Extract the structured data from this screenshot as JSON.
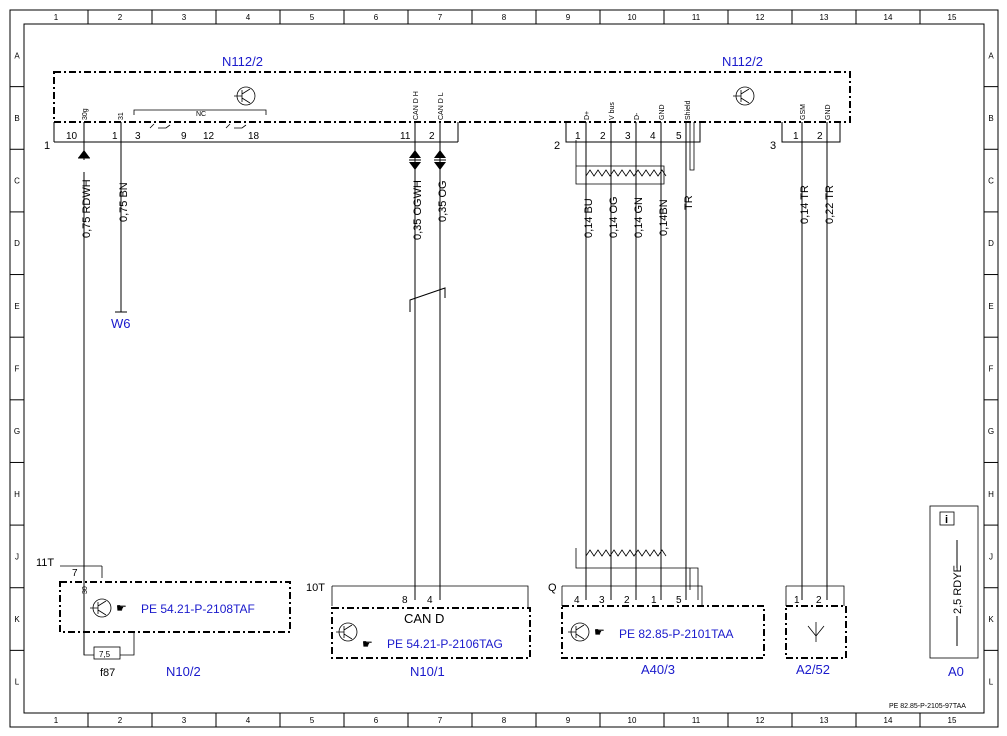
{
  "frame": {
    "columns": [
      "1",
      "2",
      "3",
      "4",
      "5",
      "6",
      "7",
      "8",
      "9",
      "10",
      "11",
      "12",
      "13",
      "14",
      "15"
    ],
    "rows": [
      "A",
      "B",
      "C",
      "D",
      "E",
      "F",
      "G",
      "H",
      "J",
      "K",
      "L"
    ]
  },
  "components": {
    "n112_left": "N112/2",
    "n112_right": "N112/2",
    "w6": "W6",
    "n10_2": "N10/2",
    "n10_1": "N10/1",
    "a40_3": "A40/3",
    "a2_52": "A2/52",
    "a0": "A0",
    "f87": "f87",
    "fuse_value": "7,5"
  },
  "connectors": {
    "c1": "1",
    "c2": "2",
    "c3": "3",
    "c11t": "11T",
    "c10t": "10T",
    "cq": "Q",
    "nc": "NC",
    "can_d": "CAN D"
  },
  "pins": {
    "p30g": "30g",
    "p31": "31",
    "pcanh": "CAN D H",
    "pcanl": "CAN D L",
    "pdplus": "D+",
    "pvbus": "V bus",
    "pdminus": "D-",
    "pgnd": "GND",
    "pshield": "Shield",
    "pgsm": "GSM",
    "pgnd2": "GND"
  },
  "pin_numbers": {
    "n10": "10",
    "n1": "1",
    "n3": "3",
    "n9": "9",
    "n12": "12",
    "n18": "18",
    "n11": "11",
    "n2": "2",
    "u1": "1",
    "u2": "2",
    "u3": "3",
    "u4": "4",
    "u5": "5",
    "g1": "1",
    "g2": "2",
    "k7": "7",
    "k30": "30",
    "c8": "8",
    "c4": "4",
    "q4": "4",
    "q3": "3",
    "q2": "2",
    "q1": "1",
    "q5": "5",
    "a1": "1",
    "a2": "2"
  },
  "wires": {
    "w1": "0,75 RDWH",
    "w2": "0,75 BN",
    "w3": "0,35 OGWH",
    "w4": "0,35 OG",
    "w5": "0,14 BU",
    "w6": "0,14 OG",
    "w7": "0,14 GN",
    "w8": "0,14BN",
    "w9": "TR",
    "w10": "0,14 TR",
    "w11": "0,22 TR",
    "a0_wire": "2,5 RDYE"
  },
  "refs": {
    "r1": "PE 54.21-P-2108TAF",
    "r2": "PE 54.21-P-2106TAG",
    "r3": "PE 82.85-P-2101TAA",
    "doc": "PE 82.85-P-2105-97TAA"
  },
  "icons": {
    "hand": "pointing-hand-icon",
    "transistor": "transistor-icon",
    "antenna": "antenna-icon",
    "info": "info-icon"
  }
}
